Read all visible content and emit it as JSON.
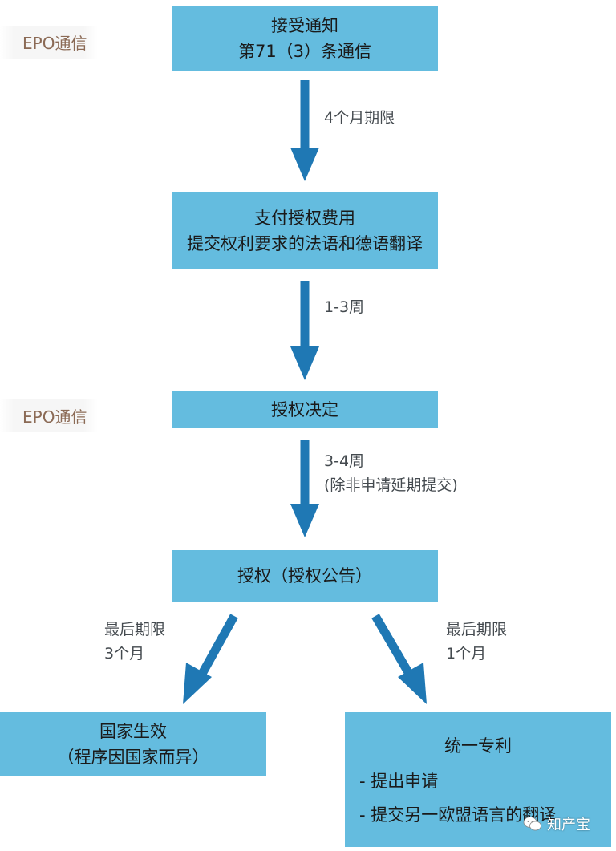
{
  "steps": {
    "notice": {
      "line1": "接受通知",
      "line2": "第71（3）条通信"
    },
    "pay": {
      "line1": "支付授权费用",
      "line2": "提交权利要求的法语和德语翻译"
    },
    "decision": {
      "line1": "授权决定"
    },
    "grant": {
      "line1": "授权（授权公告）"
    },
    "national": {
      "line1": "国家生效",
      "line2": "（程序因国家而异）"
    },
    "unitary": {
      "line1": "统一专利",
      "items": [
        "- 提出申请",
        "- 提交另一欧盟语言的翻译"
      ]
    }
  },
  "side_labels": {
    "epo1": "EPO通信",
    "epo2": "EPO通信"
  },
  "arrow_labels": {
    "a1": "4个月期限",
    "a2": "1-3周",
    "a3_line1": "3-4周",
    "a3_line2": "(除非申请延期提交)",
    "left_line1": "最后期限",
    "left_line2": "3个月",
    "right_line1": "最后期限",
    "right_line2": "1个月"
  },
  "watermark": {
    "text": "知产宝",
    "icon": "wechat-icon"
  },
  "colors": {
    "box": "#64bcdf",
    "arrow": "#1f78b4",
    "side_label": "#8b6a55"
  }
}
